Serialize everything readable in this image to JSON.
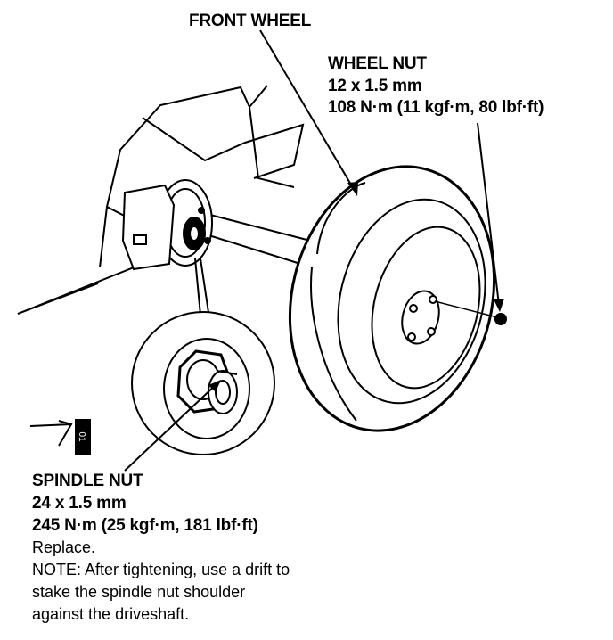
{
  "labels": {
    "front_wheel": "FRONT WHEEL",
    "wheel_nut": {
      "title": "WHEEL NUT",
      "size": "12 x 1.5 mm",
      "torque": "108 N·m (11 kgf·m, 80 lbf·ft)"
    },
    "spindle_nut": {
      "title": "SPINDLE NUT",
      "size": "24 x 1.5 mm",
      "torque": "245 N·m (25 kgf·m, 181 lbf·ft)",
      "instruction": "Replace.",
      "note_line1": "NOTE:  After tightening, use a drift to",
      "note_line2": "stake the spindle nut shoulder",
      "note_line3": "against the driveshaft."
    },
    "tool_mark": "01"
  },
  "colors": {
    "ink": "#000000",
    "paper": "#ffffff"
  },
  "icons": [
    "wheel-drawing",
    "hub-detail-drawing",
    "drift-tool-icon"
  ]
}
